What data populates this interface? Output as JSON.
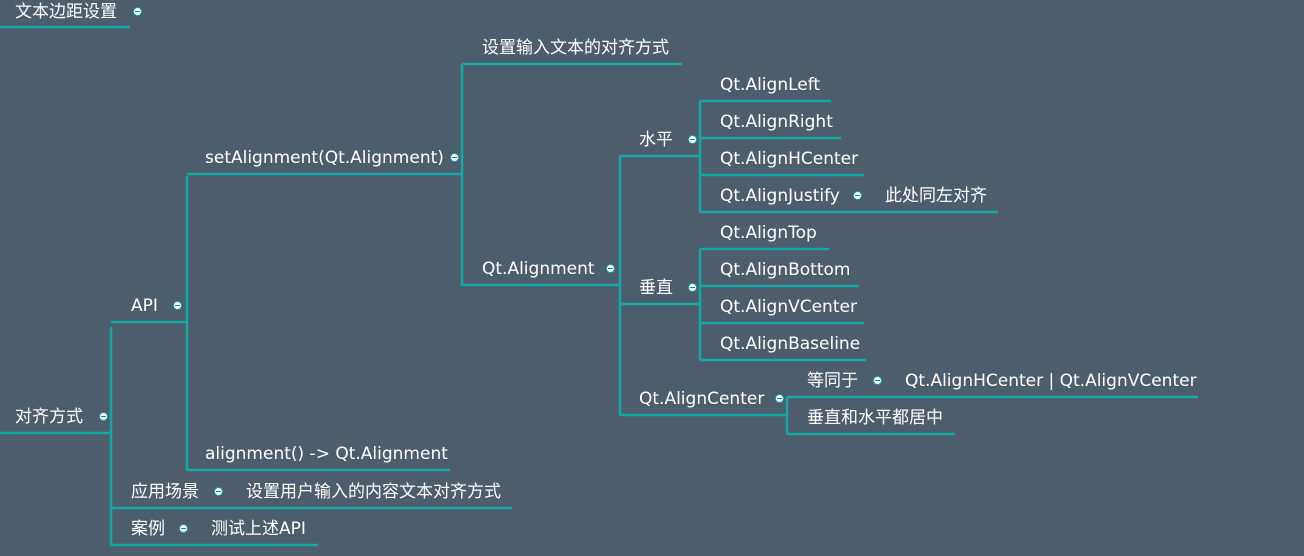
{
  "colors": {
    "background": "#4d5d6c",
    "branch": "#13a7a6",
    "text": "#ffffff"
  },
  "mindmap": {
    "text_margin": "文本边距设置",
    "alignment_root": "对齐方式",
    "api": "API",
    "set_alignment": "setAlignment(Qt.Alignment)",
    "set_alignment_desc": "设置输入文本的对齐方式",
    "qt_alignment": "Qt.Alignment",
    "horizontal": "水平",
    "align_left": "Qt.AlignLeft",
    "align_right": "Qt.AlignRight",
    "align_hcenter": "Qt.AlignHCenter",
    "align_justify": "Qt.AlignJustify",
    "justify_note": "此处同左对齐",
    "vertical": "垂直",
    "align_top": "Qt.AlignTop",
    "align_bottom": "Qt.AlignBottom",
    "align_vcenter": "Qt.AlignVCenter",
    "align_baseline": "Qt.AlignBaseline",
    "align_center": "Qt.AlignCenter",
    "equivalent": "等同于",
    "equivalent_value": "Qt.AlignHCenter | Qt.AlignVCenter",
    "center_desc": "垂直和水平都居中",
    "get_alignment": "alignment() -> Qt.Alignment",
    "use_case": "应用场景",
    "use_case_desc": "设置用户输入的内容文本对齐方式",
    "example": "案例",
    "example_desc": "测试上述API"
  }
}
